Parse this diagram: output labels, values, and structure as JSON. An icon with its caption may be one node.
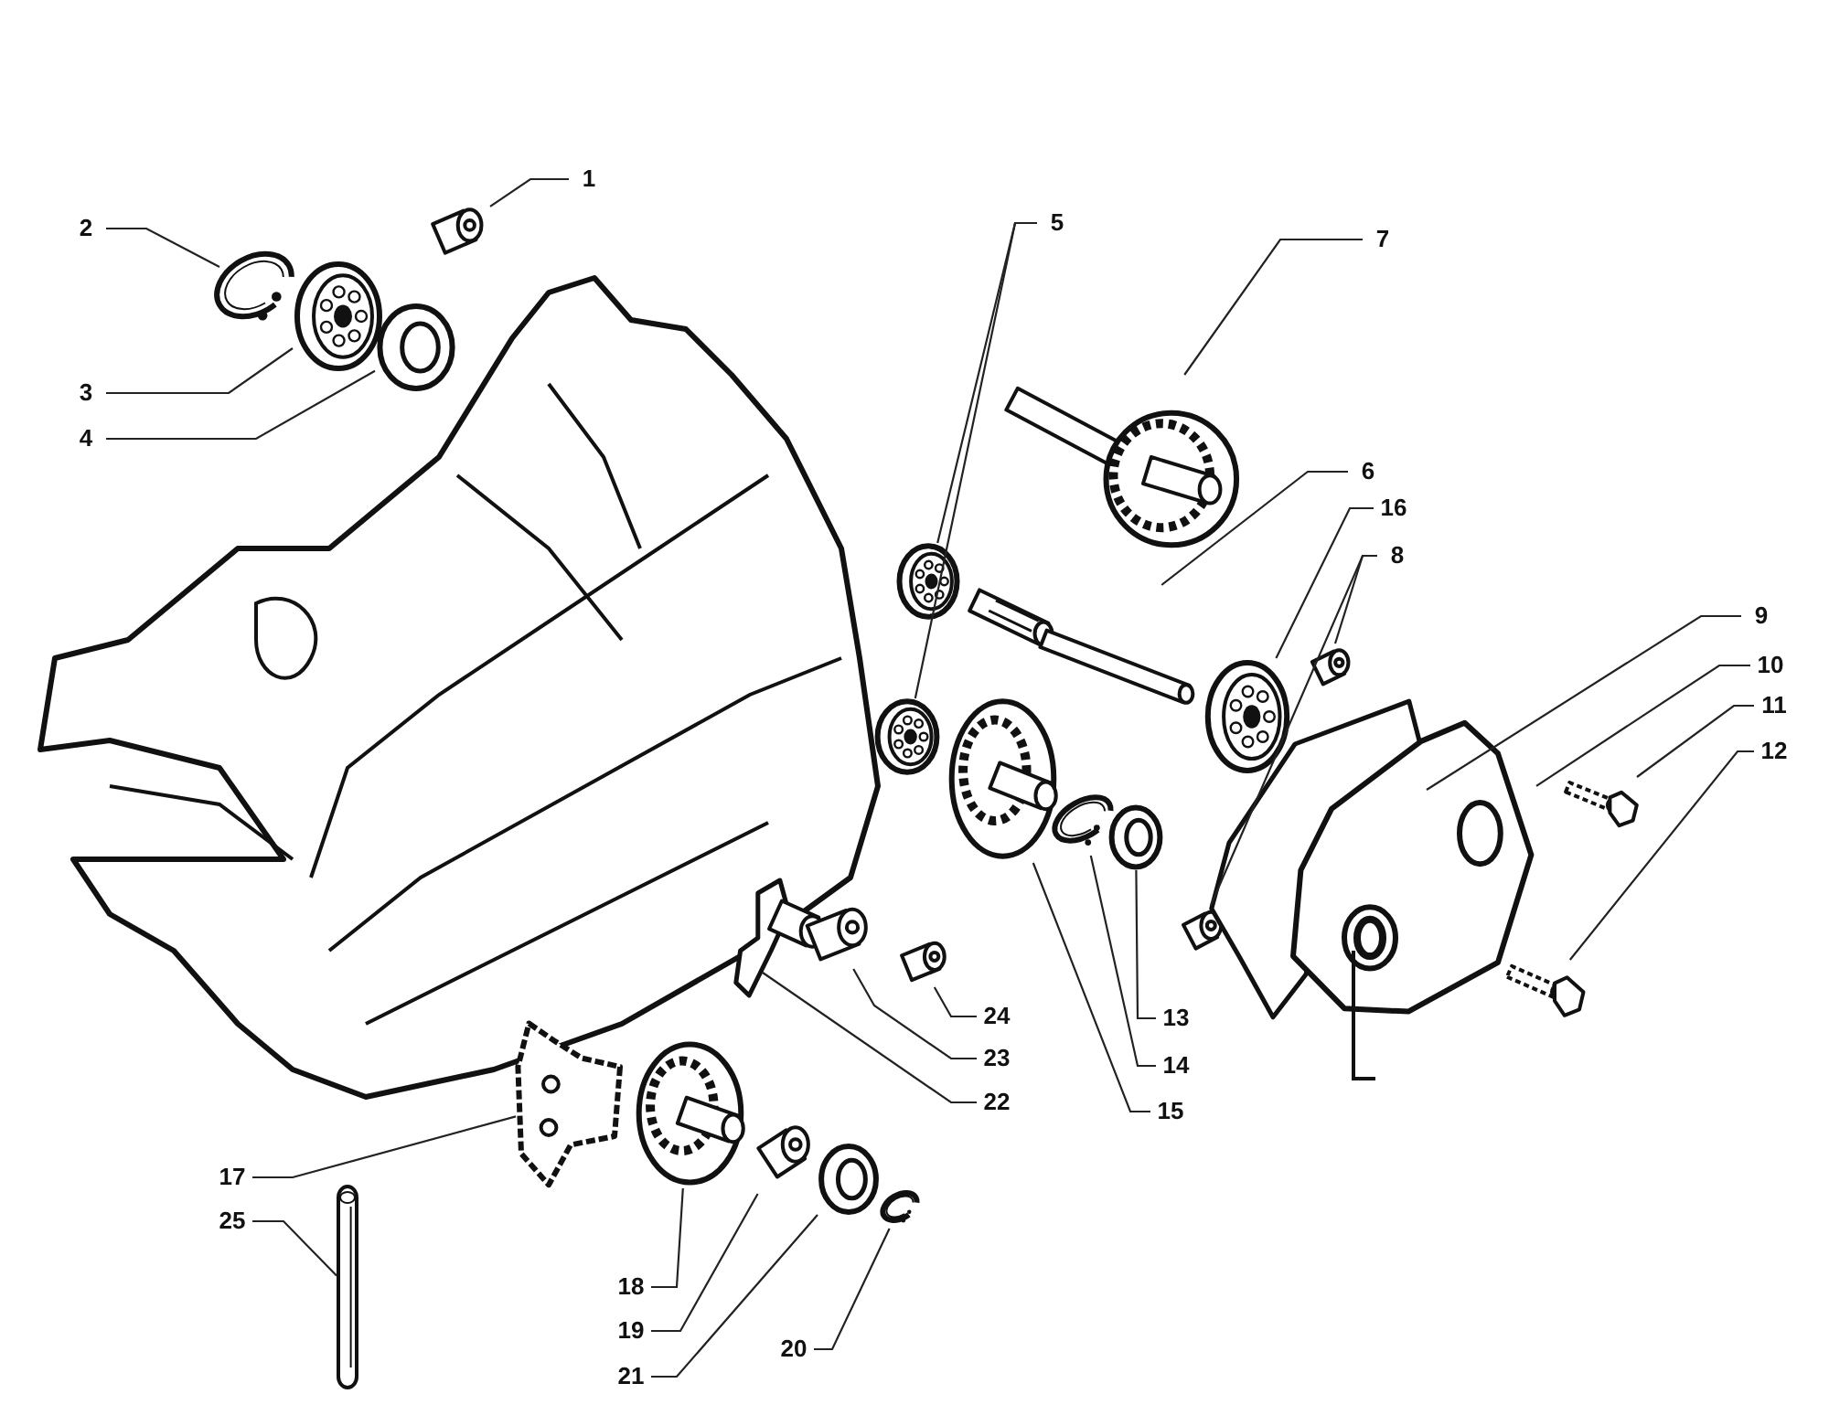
{
  "diagram": {
    "nodes": [
      {
        "text": [
          "1"
        ]
      },
      {
        "text": [
          "2"
        ]
      },
      {
        "text": [
          "3"
        ]
      },
      {
        "text": [
          "4"
        ]
      },
      {
        "text": [
          "5"
        ]
      },
      {
        "text": [
          "6"
        ]
      },
      {
        "text": [
          "7"
        ]
      },
      {
        "text": [
          "8"
        ]
      },
      {
        "text": [
          "9"
        ]
      },
      {
        "text": [
          "10"
        ]
      },
      {
        "text": [
          "11"
        ]
      },
      {
        "text": [
          "12"
        ]
      },
      {
        "text": [
          "13"
        ]
      },
      {
        "text": [
          "14"
        ]
      },
      {
        "text": [
          "15"
        ]
      },
      {
        "text": [
          "16"
        ]
      },
      {
        "text": [
          "17"
        ]
      },
      {
        "text": [
          "18"
        ]
      },
      {
        "text": [
          "19"
        ]
      },
      {
        "text": [
          "20"
        ]
      },
      {
        "text": [
          "21"
        ]
      },
      {
        "text": [
          "22"
        ]
      },
      {
        "text": [
          "23"
        ]
      },
      {
        "text": [
          "24"
        ]
      },
      {
        "text": [
          "25"
        ]
      },
      {
        "text": [],
        "shape": "picture"
      },
      {
        "text": [],
        "shape": "picture"
      },
      {
        "text": [],
        "shape": "picture"
      },
      {
        "text": [],
        "shape": "picture"
      },
      {
        "text": [],
        "shape": "picture"
      },
      {
        "text": [],
        "shape": "picture"
      },
      {
        "text": [],
        "shape": "picture"
      },
      {
        "text": [],
        "shape": "picture"
      },
      {
        "text": [],
        "shape": "picture"
      },
      {
        "text": [],
        "shape": "picture"
      },
      {
        "text": [],
        "shape": "picture"
      },
      {
        "text": [],
        "shape": "picture"
      },
      {
        "text": [],
        "shape": "picture"
      },
      {
        "text": [],
        "shape": "picture"
      },
      {
        "text": [],
        "shape": "picture"
      },
      {
        "text": [],
        "shape": "picture"
      },
      {
        "text": [],
        "shape": "picture"
      },
      {
        "text": [],
        "shape": "picture"
      },
      {
        "text": [],
        "shape": "picture"
      },
      {
        "text": [],
        "shape": "picture"
      },
      {
        "text": [],
        "shape": "picture"
      },
      {
        "text": [],
        "shape": "picture"
      },
      {
        "text": [],
        "shape": "picture"
      },
      {
        "text": [],
        "shape": "picture"
      },
      {
        "text": [],
        "shape": "picture"
      },
      {
        "text": [],
        "shape": "picture"
      },
      {
        "text": [],
        "shape": "picture"
      }
    ],
    "edges": [
      {
        "from": 0,
        "to": 25,
        "arrow": "none"
      },
      {
        "from": 1,
        "to": 26,
        "arrow": "none"
      },
      {
        "from": 2,
        "to": 27,
        "arrow": "none"
      },
      {
        "from": 3,
        "to": 28,
        "arrow": "none"
      },
      {
        "from": 4,
        "to": 29,
        "arrow": "none"
      },
      {
        "from": 4,
        "to": 30,
        "arrow": "none"
      },
      {
        "from": 5,
        "to": 31,
        "arrow": "none"
      },
      {
        "from": 6,
        "to": 32,
        "arrow": "none"
      },
      {
        "from": 7,
        "to": 33,
        "arrow": "none"
      },
      {
        "from": 7,
        "to": 34,
        "arrow": "none"
      },
      {
        "from": 8,
        "to": 35,
        "arrow": "none"
      },
      {
        "from": 9,
        "to": 36,
        "arrow": "none"
      },
      {
        "from": 10,
        "to": 37,
        "arrow": "none"
      },
      {
        "from": 11,
        "to": 38,
        "arrow": "none"
      },
      {
        "from": 12,
        "to": 39,
        "arrow": "none"
      },
      {
        "from": 13,
        "to": 40,
        "arrow": "none"
      },
      {
        "from": 14,
        "to": 41,
        "arrow": "none"
      },
      {
        "from": 15,
        "to": 42,
        "arrow": "none"
      },
      {
        "from": 16,
        "to": 43,
        "arrow": "none"
      },
      {
        "from": 17,
        "to": 44,
        "arrow": "none"
      },
      {
        "from": 18,
        "to": 45,
        "arrow": "none"
      },
      {
        "from": 19,
        "to": 46,
        "arrow": "none"
      },
      {
        "from": 20,
        "to": 47,
        "arrow": "none"
      },
      {
        "from": 21,
        "to": 48,
        "arrow": "none"
      },
      {
        "from": 22,
        "to": 49,
        "arrow": "none"
      },
      {
        "from": 23,
        "to": 50,
        "arrow": "none"
      },
      {
        "from": 24,
        "to": 51,
        "arrow": "none"
      }
    ]
  }
}
